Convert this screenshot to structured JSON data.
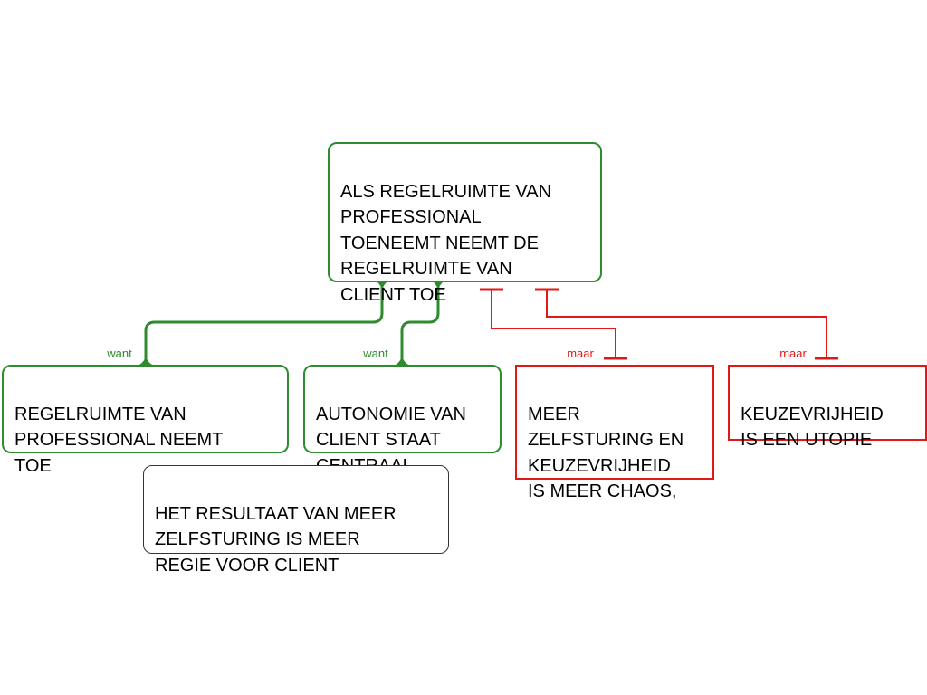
{
  "colors": {
    "support": "#2e8b2e",
    "objection": "#e01818",
    "neutral": "#333333"
  },
  "claim": {
    "text": "ALS REGELRUIMTE VAN\nPROFESSIONAL\nTOENEEMT NEEMT DE\nREGELRUIMTE VAN\nCLIENT TOE"
  },
  "reasons": [
    {
      "connector": "want",
      "text": "REGELRUIMTE VAN\nPROFESSIONAL NEEMT\nTOE"
    },
    {
      "connector": "want",
      "text": "AUTONOMIE VAN\nCLIENT STAAT\nCENTRAAL"
    }
  ],
  "objections": [
    {
      "connector": "maar",
      "text": "MEER\nZELFSTURING EN\nKEUZEVRIJHEID\nIS MEER CHAOS,"
    },
    {
      "connector": "maar",
      "text": "KEUZEVRIJHEID\nIS EEN UTOPIE"
    }
  ],
  "note": {
    "text": "HET RESULTAAT VAN MEER\nZELFSTURING IS MEER\nREGIE VOOR CLIENT"
  }
}
